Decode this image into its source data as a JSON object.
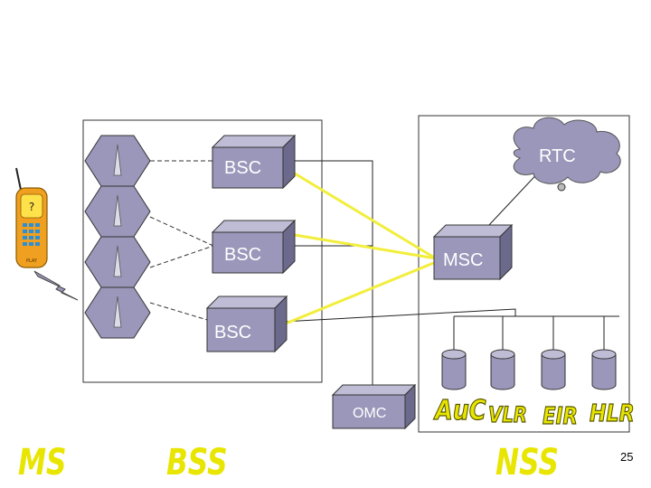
{
  "diagram": {
    "nodes": {
      "bsc_1": "BSC",
      "bsc_2": "BSC",
      "bsc_3": "BSC",
      "msc": "MSC",
      "rtc": "RTC",
      "omc": "OMC"
    },
    "databases": [
      "AuC",
      "VLR",
      "EIR",
      "HLR"
    ],
    "subsystems": {
      "ms": "MS",
      "bss": "BSS",
      "nss": "NSS"
    },
    "phone_screen_text": "PLAY"
  },
  "page_number": "25",
  "colors": {
    "box_front": "#9a97ba",
    "box_top": "#bfbcd6",
    "box_side": "#6c6a8c",
    "yellow_link": "#f2ee3c",
    "subsystem_label": "#e8e500",
    "phone_body": "#f0a020"
  }
}
